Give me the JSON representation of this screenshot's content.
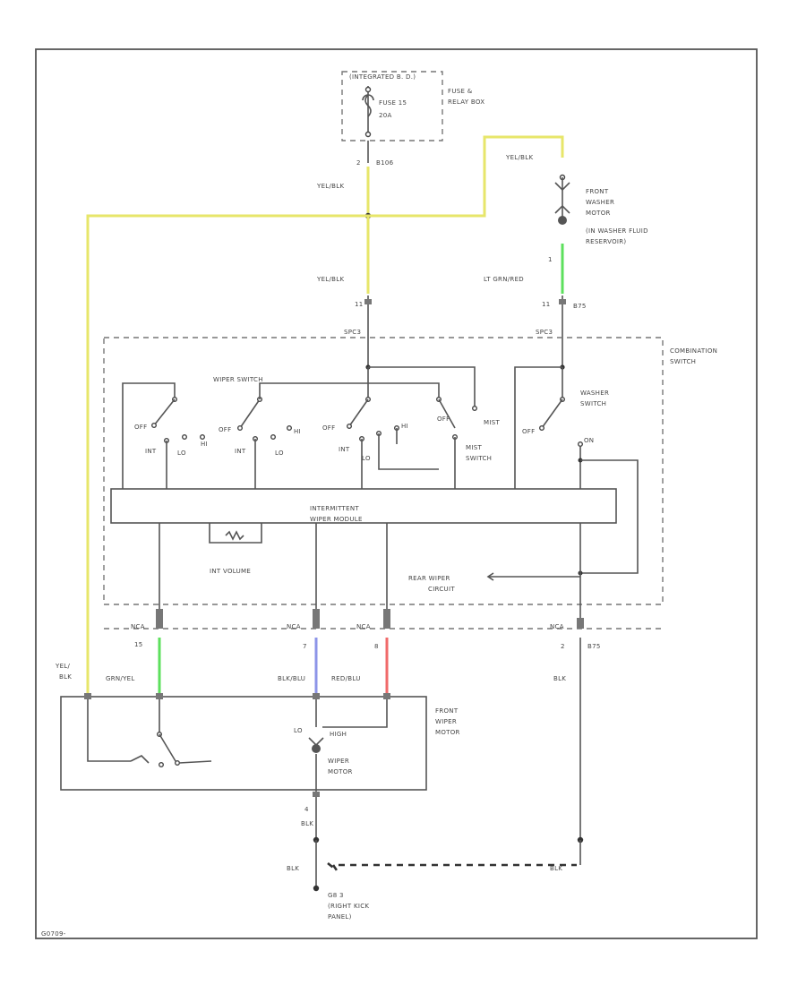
{
  "fuse_box": {
    "header": "(INTEGRATED B. D.)",
    "fuse_line1": "FUSE 15",
    "fuse_line2": "20A",
    "name_line1": "FUSE &",
    "name_line2": "RELAY BOX"
  },
  "connectors": {
    "b106_pin": "2",
    "b106": "B106",
    "c_top_left": "11",
    "c_top_right": "11",
    "b75_top": "B75",
    "b_left_top": "SPC3",
    "b_right_top": "SPC3",
    "washer_pin": "1",
    "nca_left": "NCA",
    "pin_15": "15",
    "nca_mid": "NCA",
    "pin_7": "7",
    "nca_right": "NCA",
    "pin_8": "8",
    "nca_far": "NCA",
    "pin_2": "2",
    "b75_bottom": "B75",
    "pin_4": "4"
  },
  "wires": {
    "yel_blk_1": "YEL/BLK",
    "yel_blk_2": "YEL/BLK",
    "yel_blk_3": "YEL/BLK",
    "lt_grn_red": "LT GRN/RED",
    "yel_blk_left1": "YEL/",
    "yel_blk_left2": "BLK",
    "grn_yel": "GRN/YEL",
    "blk_blu": "BLK/BLU",
    "red_blu": "RED/BLU",
    "blk_right": "BLK",
    "blk_bottom": "BLK",
    "blk_ground": "BLK",
    "blk_ground_right": "BLK"
  },
  "front_washer": {
    "line1": "FRONT",
    "line2": "WASHER",
    "line3": "MOTOR",
    "line4": "(IN WASHER FLUID",
    "line5": "RESERVOIR)"
  },
  "combination_switch": {
    "line1": "COMBINATION",
    "line2": "SWITCH"
  },
  "wiper_switch": {
    "title": "WIPER SWITCH",
    "off1": "OFF",
    "int1": "INT",
    "lo1": "LO",
    "hi1": "HI",
    "off2": "OFF",
    "int2": "INT",
    "lo2": "LO",
    "hi2": "HI",
    "off3": "OFF",
    "int3": "INT",
    "lo3": "LO",
    "hi3": "HI",
    "off4": "OFF",
    "mist": "MIST",
    "mist_sw1": "MIST",
    "mist_sw2": "SWITCH"
  },
  "washer_switch": {
    "line1": "WASHER",
    "line2": "SWITCH",
    "off": "OFF",
    "on": "ON"
  },
  "module": {
    "line1": "INTERMITTENT",
    "line2": "WIPER MODULE"
  },
  "int_volume": "INT VOLUME",
  "rear_wiper": {
    "line1": "REAR WIPER",
    "line2": "CIRCUIT"
  },
  "front_motor": {
    "line1": "FRONT",
    "line2": "WIPER",
    "line3": "MOTOR",
    "lo": "LO",
    "high": "HIGH",
    "motor1": "WIPER",
    "motor2": "MOTOR"
  },
  "ground": {
    "line1": "G8 3",
    "line2": "(RIGHT KICK",
    "line3": "PANEL)"
  },
  "figure_id": "G0709-"
}
